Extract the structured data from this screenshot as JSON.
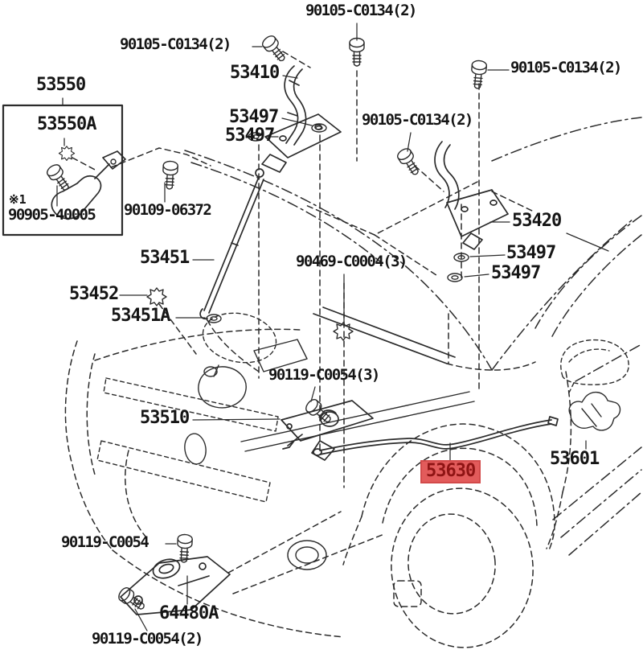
{
  "diagram": {
    "type": "exploded-parts-diagram",
    "subject": "hood lock / hood release parts diagram",
    "highlighted_part": "53630",
    "colors": {
      "line": "#2b2b2b",
      "text": "#151515",
      "highlight_bg": "#e25b5b",
      "highlight_border": "#d34a4a",
      "highlight_text": "#8f1414"
    },
    "note_marker": "※1",
    "labels": [
      {
        "id": "90105-c0134-top",
        "text": "90105-C0134(2)"
      },
      {
        "id": "90105-c0134-upper-left",
        "text": "90105-C0134(2)"
      },
      {
        "id": "53410",
        "text": "53410"
      },
      {
        "id": "90105-c0134-upper-right",
        "text": "90105-C0134(2)"
      },
      {
        "id": "53497-a",
        "text": "53497"
      },
      {
        "id": "53497-b",
        "text": "53497"
      },
      {
        "id": "90105-c0134-mid",
        "text": "90105-C0134(2)"
      },
      {
        "id": "53550",
        "text": "53550"
      },
      {
        "id": "53550A",
        "text": "53550A"
      },
      {
        "id": "note-1",
        "text": "※1"
      },
      {
        "id": "90905-40005",
        "text": "90905-40005"
      },
      {
        "id": "90109-06372",
        "text": "90109-06372"
      },
      {
        "id": "53420",
        "text": "53420"
      },
      {
        "id": "53497-c",
        "text": "53497"
      },
      {
        "id": "53497-d",
        "text": "53497"
      },
      {
        "id": "53451",
        "text": "53451"
      },
      {
        "id": "53452",
        "text": "53452"
      },
      {
        "id": "53451A",
        "text": "53451A"
      },
      {
        "id": "90469-c0004",
        "text": "90469-C0004(3)"
      },
      {
        "id": "90119-c0054-3",
        "text": "90119-C0054(3)"
      },
      {
        "id": "53510",
        "text": "53510"
      },
      {
        "id": "53630",
        "text": "53630"
      },
      {
        "id": "53601",
        "text": "53601"
      },
      {
        "id": "90119-c0054",
        "text": "90119-C0054"
      },
      {
        "id": "64480A",
        "text": "64480A"
      },
      {
        "id": "90119-c0054-2",
        "text": "90119-C0054(2)"
      }
    ]
  }
}
